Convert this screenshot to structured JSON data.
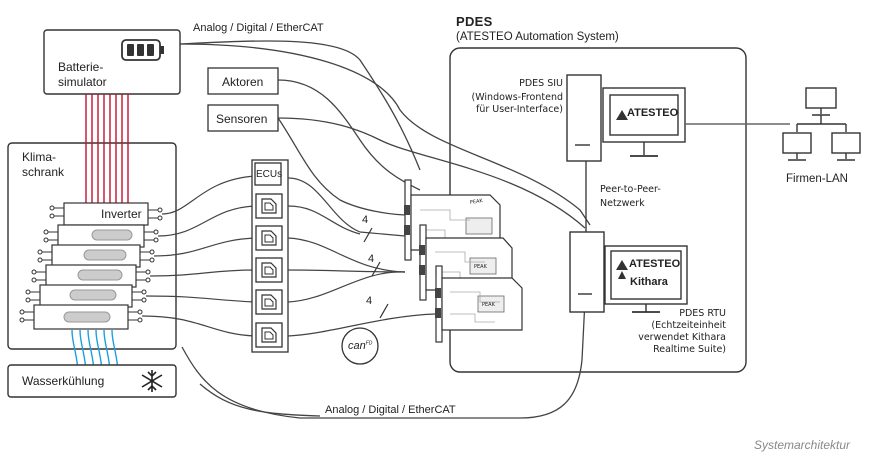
{
  "system": {
    "title": "PDES",
    "subtitle": "(ATESTEO Automation System)"
  },
  "signals": {
    "top": "Analog / Digital / EtherCAT",
    "bottom": "Analog / Digital / EtherCAT"
  },
  "battery": {
    "label_line1": "Batterie-",
    "label_line2": "simulator"
  },
  "chamber": {
    "label_line1": "Klima-",
    "label_line2": "schrank",
    "inverter": "Inverter"
  },
  "cooling": {
    "label": "Wasserkühlung"
  },
  "actuators": {
    "label": "Aktoren"
  },
  "sensors": {
    "label": "Sensoren"
  },
  "ecus": {
    "label": "ECUs"
  },
  "bus_counts": [
    "4",
    "4",
    "4"
  ],
  "canfd": {
    "text": "can",
    "sup": "FD"
  },
  "siu": {
    "title": "PDES SIU",
    "line1": "(Windows-Frontend",
    "line2": "für User-Interface)",
    "brand": "ATESTEO"
  },
  "p2p": {
    "line1": "Peer-to-Peer-",
    "line2": "Netzwerk"
  },
  "rtu": {
    "title": "PDES RTU",
    "line1": "(Echtzeiteinheit",
    "line2": "verwendet Kithara",
    "line3": "Realtime Suite)",
    "brand": "ATESTEO",
    "brand2": "Kithara"
  },
  "lan": {
    "label": "Firmen-LAN"
  },
  "card_brand": "PEAK",
  "caption": "Systemarchitektur"
}
